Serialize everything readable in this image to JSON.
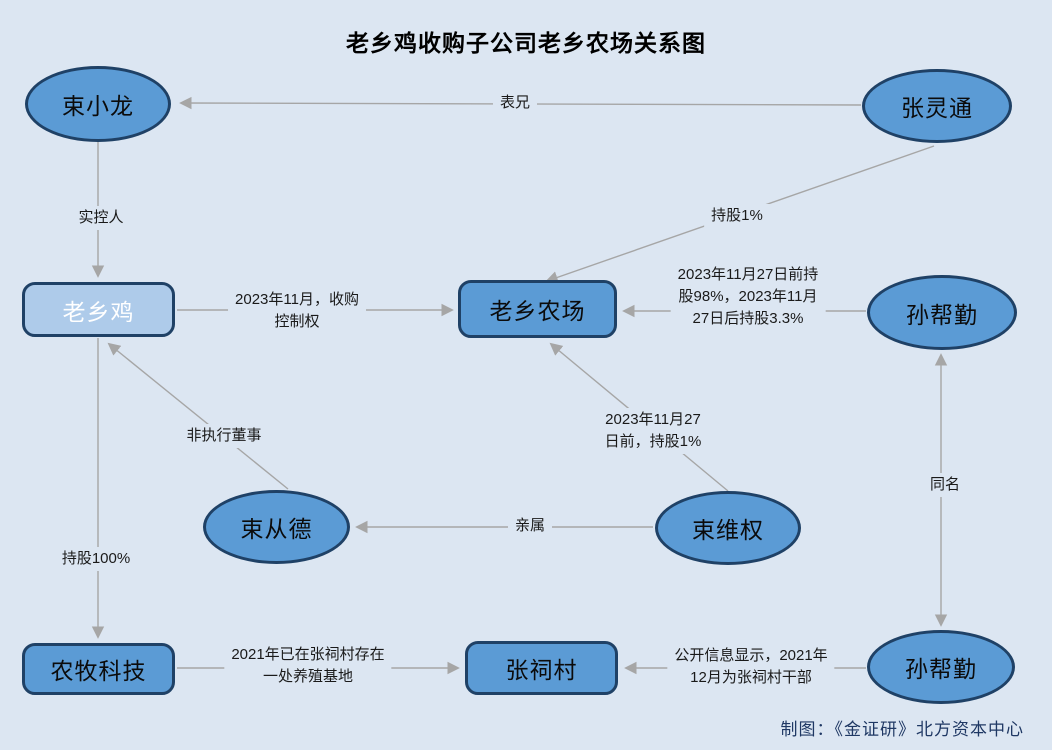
{
  "title": "老乡鸡收购子公司老乡农场关系图",
  "credit": "制图：《金证研》北方资本中心",
  "colors": {
    "background": "#dce6f2",
    "node_fill": "#5b9bd5",
    "node_fill_light": "#aecbea",
    "node_border": "#1f4166",
    "line": "#a6a6a6",
    "credit_text": "#1f3864"
  },
  "nodes": {
    "shu_xiaolong": {
      "label": "束小龙",
      "shape": "ellipse"
    },
    "zhang_lingtong": {
      "label": "张灵通",
      "shape": "ellipse"
    },
    "laoxiangji": {
      "label": "老乡鸡",
      "shape": "rounded-rect"
    },
    "laoxiang_farm": {
      "label": "老乡农场",
      "shape": "rounded-rect"
    },
    "sun_bangqin_top": {
      "label": "孙帮勤",
      "shape": "ellipse"
    },
    "shu_congde": {
      "label": "束从德",
      "shape": "ellipse"
    },
    "shu_weiquan": {
      "label": "束维权",
      "shape": "ellipse"
    },
    "nongmu_tech": {
      "label": "农牧科技",
      "shape": "rounded-rect"
    },
    "zhangci_village": {
      "label": "张祠村",
      "shape": "rounded-rect"
    },
    "sun_bangqin_bottom": {
      "label": "孙帮勤",
      "shape": "ellipse"
    }
  },
  "edges": {
    "cousin": {
      "label": "表兄",
      "from": "张灵通",
      "to": "束小龙"
    },
    "actual_controller": {
      "label": "实控人",
      "from": "束小龙",
      "to": "老乡鸡"
    },
    "acquisition": {
      "label": "2023年11月，收购\n控制权",
      "from": "老乡鸡",
      "to": "老乡农场"
    },
    "zhang_holding": {
      "label": "持股1%",
      "from": "张灵通",
      "to": "老乡农场"
    },
    "sun_holding": {
      "label": "2023年11月27日前持\n股98%，2023年11月\n27日后持股3.3%",
      "from": "孙帮勤",
      "to": "老乡农场"
    },
    "shu_weiquan_holding": {
      "label": "2023年11月27\n日前，持股1%",
      "from": "束维权",
      "to": "老乡农场"
    },
    "non_exec_director": {
      "label": "非执行董事",
      "from": "束从德",
      "to": "老乡鸡"
    },
    "relative": {
      "label": "亲属",
      "from": "束维权",
      "to": "束从德"
    },
    "holding_100": {
      "label": "持股100%",
      "from": "老乡鸡",
      "to": "农牧科技"
    },
    "breeding_base": {
      "label": "2021年已在张祠村存在\n一处养殖基地",
      "from": "农牧科技",
      "to": "张祠村"
    },
    "village_cadre": {
      "label": "公开信息显示，2021年\n12月为张祠村干部",
      "from": "孙帮勤",
      "to": "张祠村"
    },
    "same_name": {
      "label": "同名",
      "from": "孙帮勤",
      "to": "孙帮勤"
    }
  }
}
